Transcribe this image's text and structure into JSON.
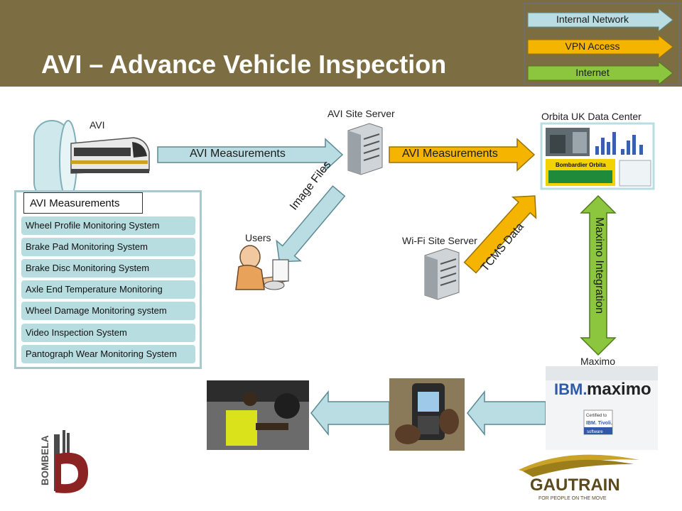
{
  "title": "AVI – Advance Vehicle Inspection",
  "legend": [
    {
      "label": "Internal Network",
      "color": "#b9dde2"
    },
    {
      "label": "VPN Access",
      "color": "#f5b400"
    },
    {
      "label": "Internet",
      "color": "#8cc63f"
    }
  ],
  "nodes": {
    "avi": "AVI",
    "avi_site_server": "AVI Site Server",
    "orbita": "Orbita UK Data Center",
    "users": "Users",
    "wifi_server": "Wi-Fi Site Server",
    "maximo": "Maximo"
  },
  "arrows": {
    "avi_to_server": "AVI Measurements",
    "server_to_orbita": "AVI Measurements",
    "image_files": "Image Files",
    "tcms_data": "TCMS Data",
    "maximo_integration": "Maximo Integration"
  },
  "measurements_panel": {
    "title": "AVI Measurements",
    "items": [
      "Wheel Profile Monitoring System",
      "Brake Pad Monitoring System",
      "Brake Disc Monitoring System",
      "Axle End Temperature Monitoring",
      "Wheel Damage Monitoring system",
      "Video Inspection System",
      "Pantograph Wear Monitoring System"
    ]
  },
  "orbita_screen": {
    "brand": "Bombardier Orbita"
  },
  "maximo_logo": {
    "ibm": "IBM.",
    "word": "maximo",
    "cert": "Certified to",
    "tivoli": "IBM. Tivoli.",
    "software": "software"
  },
  "logos": {
    "bombela": "BOMBELA",
    "gautrain": "GAUTRAIN",
    "gautrain_tagline": "FOR PEOPLE ON THE MOVE"
  }
}
